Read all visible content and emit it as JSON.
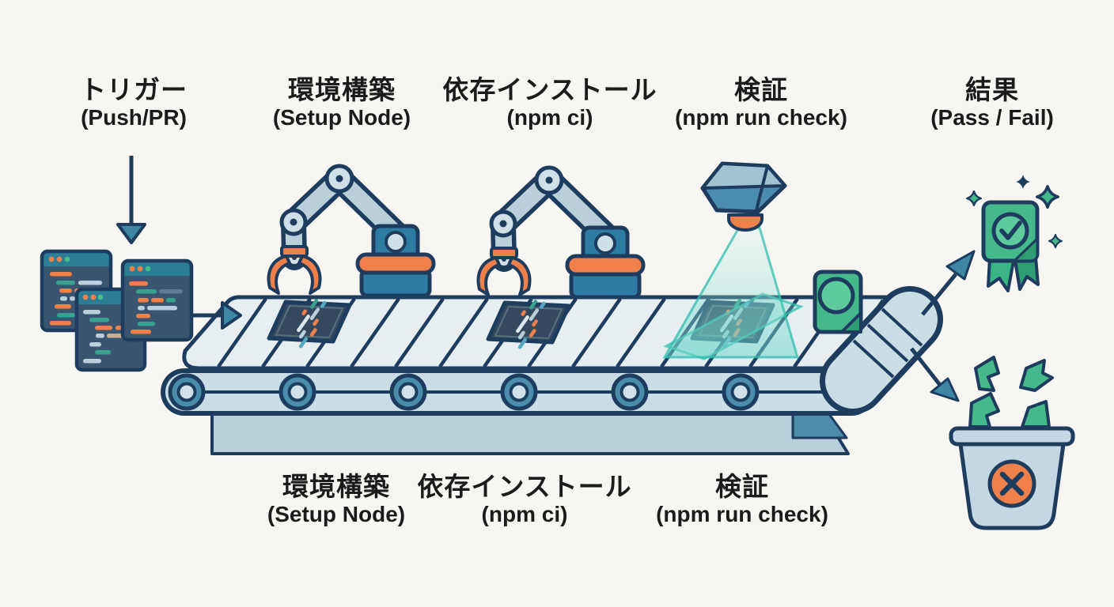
{
  "stages": {
    "trigger": {
      "jp": "トリガー",
      "en": "(Push/PR)"
    },
    "setup": {
      "jp": "環境構築",
      "en": "(Setup Node)"
    },
    "deps": {
      "jp": "依存インストール",
      "en": "(npm ci)"
    },
    "verify": {
      "jp": "検証",
      "en": "(npm run check)"
    },
    "result": {
      "jp": "結果",
      "en": "(Pass / Fail)"
    }
  },
  "palette": {
    "background": "#f7f6f3",
    "text_color": "#1b1b1b",
    "outline": "#1d3c5e",
    "deck_light": "#e6eef2",
    "belt_light": "#c9dde5",
    "roller_blue": "#4a8cab",
    "machine_blue": "#2e7ca2",
    "arm_light": "#b9cfda",
    "joint_light": "#cfe0e8",
    "accent_orange": "#ef8049",
    "accent_teal": "#37a28e",
    "success_green": "#45b98c",
    "success_green_dark": "#2f9d74",
    "beam_teal": "#7fd9d0",
    "code_window_bg": "#3a5570",
    "code_titlebar": "#2b7e96",
    "code_light": "#b9cfdb",
    "code_slate": "#5d7a92",
    "code_tan": "#c9b18f",
    "code_blue": "#55a7c2",
    "plate_bg": "#34495f",
    "pedestal": "#b7d0da",
    "bin_light": "#c3d8e2",
    "arrowhead_blue": "#3d86a6"
  },
  "icons": {
    "trigger-arrow-icon": "↓",
    "flow-arrow-icon": "→",
    "pass-arrow-icon": "↗",
    "fail-arrow-icon": "↘",
    "check-icon": "✓",
    "fail-x-icon": "✕",
    "sparkle-icon": "✦",
    "code-window-icon": "window with code lines",
    "robot-arm-icon": "robotic arm over belt",
    "scanner-icon": "faceted scanner head with beam",
    "code-plate-icon": "code tile on belt",
    "document-icon": "green scanned document",
    "pass-badge-icon": "ribbon badge with checkmark",
    "trash-bin-icon": "bin with X and paper scraps"
  }
}
